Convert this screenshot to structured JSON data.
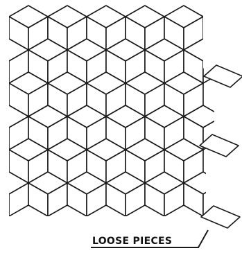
{
  "diagram": {
    "caption": "LOOSE PIECES",
    "pattern": "tumbling-blocks",
    "block_columns": 5,
    "block_rows": 6,
    "loose_piece_count": 3,
    "colors": {
      "line": "#1a1a1a",
      "fill": "#ffffff"
    }
  }
}
